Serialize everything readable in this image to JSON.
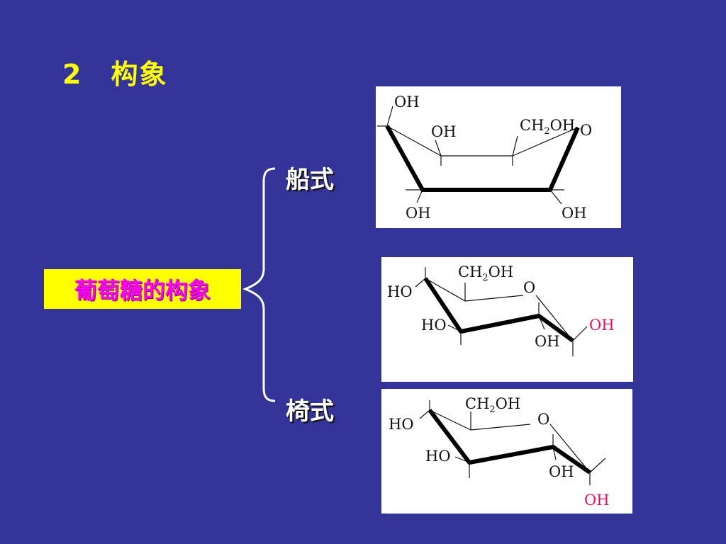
{
  "slide": {
    "title": "2　构象",
    "main_label": "葡萄糖的构象",
    "boat_label": "船式",
    "chair_label": "椅式"
  },
  "boat": {
    "oh_top_left": "OH",
    "oh_mid": "OH",
    "ch2oh_c": "CH",
    "ch2oh_sub": "2",
    "ch2oh_tail": "OH",
    "ring_o": "O",
    "oh_bottom_left": "OH",
    "oh_bottom_right": "OH"
  },
  "chair1": {
    "ch2oh_c": "CH",
    "ch2oh_sub": "2",
    "ch2oh_tail": "OH",
    "ring_o": "O",
    "ho_top": "HO",
    "ho_mid": "HO",
    "oh_bottom": "OH",
    "oh_anomeric": "OH"
  },
  "chair2": {
    "ch2oh_c": "CH",
    "ch2oh_sub": "2",
    "ch2oh_tail": "OH",
    "ring_o": "O",
    "ho_top": "HO",
    "ho_mid": "HO",
    "oh_bottom": "OH",
    "oh_anomeric": "OH"
  },
  "colors": {
    "background": "#333399",
    "title": "#ffff00",
    "label_bg": "#ffff00",
    "label_text": "#ff00ff",
    "anomeric_oh": "#e0105a"
  }
}
